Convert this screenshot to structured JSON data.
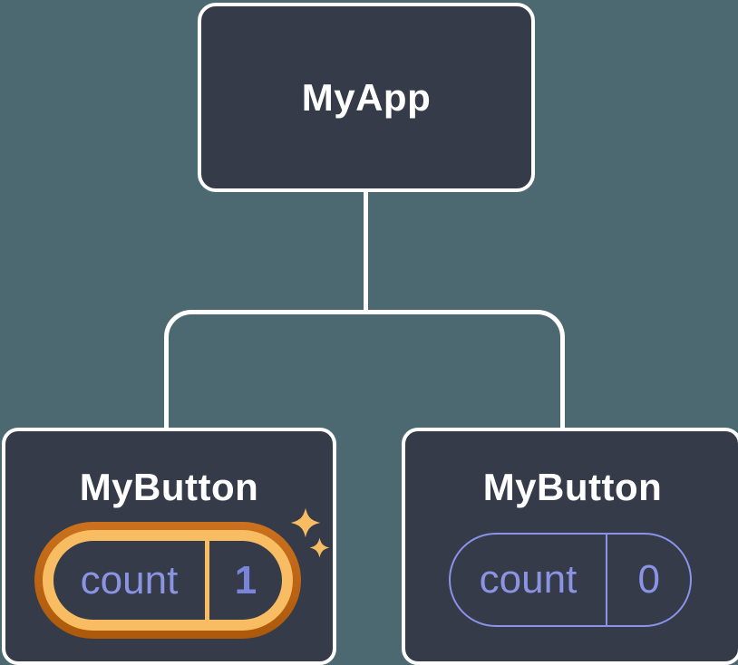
{
  "page": {
    "type": "react-component-tree-diagram",
    "background": "#4C6971"
  },
  "colors": {
    "background": "#4C6971",
    "node_fill": "#353B48",
    "node_border": "#FFFFFF",
    "connector": "#FFFFFF",
    "label_text": "#FFFFFF",
    "state_name_text": "#8B93E3",
    "state_value_text": "#8A93E8",
    "state_value_active_text": "#7B84DB",
    "highlight_ring_outer": "#C2690F",
    "highlight_ring_inner": "#F8BC62",
    "plain_pill_border": "#8A93E8",
    "sparkle": "#F8BC62"
  },
  "icons": {
    "sparkle": "four-point-star ✦"
  },
  "diagram": {
    "root": {
      "label": "MyApp"
    },
    "children": [
      {
        "label": "MyButton",
        "state": {
          "name": "count",
          "value": "1"
        },
        "highlighted": true
      },
      {
        "label": "MyButton",
        "state": {
          "name": "count",
          "value": "0"
        },
        "highlighted": false
      }
    ]
  }
}
